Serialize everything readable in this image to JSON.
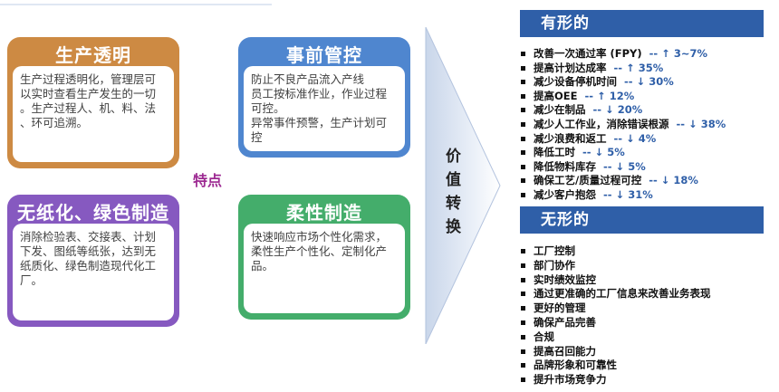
{
  "cards": {
    "transparency": {
      "title": "生产透明",
      "lines": [
        "生产过程透明化，管理层可",
        "以实时查看生产发生的一切",
        "。生产过程人、机、料、法",
        "、环可追溯。"
      ]
    },
    "preventive": {
      "title": "事前管控",
      "lines": [
        "防止不良产品流入产线",
        "员工按标准作业，作业过程",
        "可控。",
        "异常事件预警，生产计划可",
        "控"
      ]
    },
    "paperless": {
      "title": "无纸化、绿色制造",
      "lines": [
        "消除检验表、交接表、计划",
        "下发、图纸等纸张，达到无",
        "纸质化、绿色制造现代化工",
        "厂。"
      ]
    },
    "flexible": {
      "title": "柔性制造",
      "lines": [
        "快速响应市场个性化需求，",
        "柔性生产个性化、定制化产",
        "品。"
      ]
    }
  },
  "features_label": "特点",
  "arrow_label": [
    "价",
    "值",
    "转",
    "换"
  ],
  "tangible": {
    "header": "有形的",
    "items": [
      {
        "text": "改善一次通过率 (FPY)",
        "metric": "--  ↑ 3~7%"
      },
      {
        "text": "提高计划达成率",
        "metric": "--  ↑ 35%"
      },
      {
        "text": "减少设备停机时间",
        "metric": "--  ↓ 30%"
      },
      {
        "text": "提高OEE",
        "metric": "--  ↑ 12%"
      },
      {
        "text": "减少在制品",
        "metric": "--  ↓ 20%"
      },
      {
        "text": "减少人工作业，消除错误根源",
        "metric": "--  ↓ 38%"
      },
      {
        "text": "减少浪费和返工",
        "metric": "--  ↓ 4%"
      },
      {
        "text": "降低工时",
        "metric": "--  ↓ 5%"
      },
      {
        "text": "降低物料库存",
        "metric": "--  ↓ 5%"
      },
      {
        "text": "确保工艺/质量过程可控",
        "metric": "--  ↓ 18%"
      },
      {
        "text": "减少客户抱怨",
        "metric": "--  ↓ 31%"
      }
    ]
  },
  "intangible": {
    "header": "无形的",
    "items": [
      "工厂控制",
      "部门协作",
      "实时绩效监控",
      "通过更准确的工厂信息来改善业务表现",
      "更好的管理",
      "确保产品完善",
      "合规",
      "提高召回能力",
      "品牌形象和可靠性",
      "提升市场竞争力"
    ]
  },
  "colors": {
    "transparency": "#cd8a43",
    "preventive": "#4f86cf",
    "paperless": "#8659c0",
    "flexible": "#44ad6b",
    "header": "#2f5fa8",
    "features": "#9d2a92"
  }
}
